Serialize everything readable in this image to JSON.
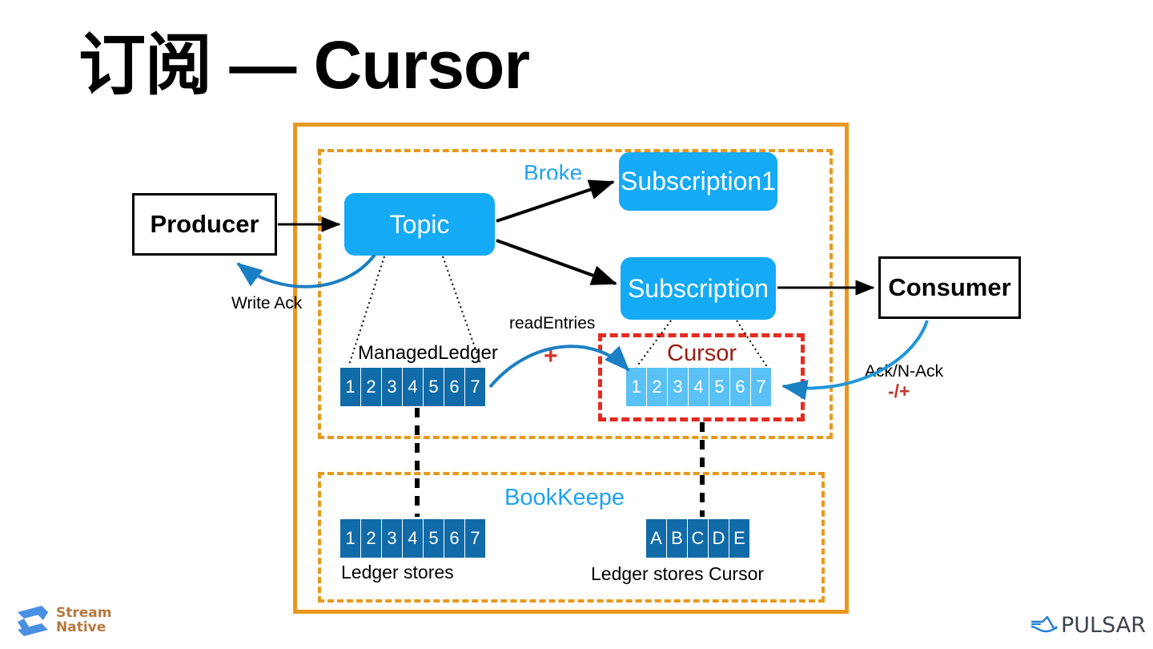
{
  "slide": {
    "title": "订阅 — Cursor"
  },
  "cluster": {
    "broker": {
      "label": "Broke",
      "topic": "Topic",
      "subscription1": "Subscription1",
      "subscription": "Subscription",
      "managed_ledger_label": "ManagedLedger",
      "managed_ledger_entries": [
        "1",
        "2",
        "3",
        "4",
        "5",
        "6",
        "7"
      ],
      "read_entries_label": "readEntries",
      "plus_sign": "+",
      "cursor": {
        "label": "Cursor",
        "entries": [
          "1",
          "2",
          "3",
          "4",
          "5",
          "6",
          "7"
        ]
      }
    },
    "bookkeeper": {
      "label": "BookKeepe",
      "ledger_entries": [
        "1",
        "2",
        "3",
        "4",
        "5",
        "6",
        "7"
      ],
      "ledger_stores_label": "Ledger stores",
      "cursor_entries": [
        "A",
        "B",
        "C",
        "D",
        "E"
      ],
      "ledger_stores_cursor_label": "Ledger stores Cursor"
    }
  },
  "external": {
    "producer": "Producer",
    "consumer": "Consumer",
    "write_ack_label": "Write Ack",
    "ack_nack_label": "Ack/N-Ack",
    "ack_nack_symbol": "-/+"
  },
  "footer": {
    "streamnative_line1": "Stream",
    "streamnative_line2": "Native",
    "pulsar_text": "PULSAR"
  },
  "colors": {
    "orange_border": "#E8981E",
    "red_dashed": "#E32B20",
    "cursor_red_text": "#9B1B10",
    "bright_blue": "#14AAF5",
    "dark_blue_cell": "#106BA8",
    "light_blue_cell": "#59C1F5",
    "arrow_blue": "#1B7FC4",
    "label_blue": "#1FA3F0"
  }
}
